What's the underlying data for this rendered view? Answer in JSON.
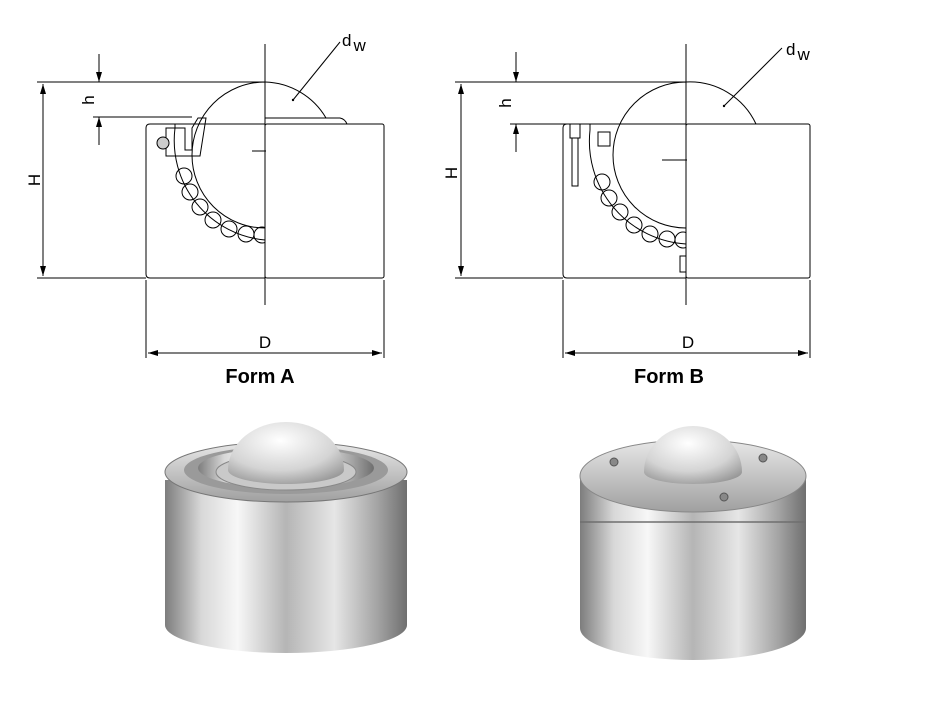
{
  "form_a": {
    "caption": "Form A",
    "dims": {
      "H": "H",
      "h": "h",
      "D": "D",
      "dw_main": "d",
      "dw_sub": "w"
    }
  },
  "form_b": {
    "caption": "Form B",
    "dims": {
      "H": "H",
      "h": "h",
      "D": "D",
      "dw_main": "d",
      "dw_sub": "w"
    }
  },
  "colors": {
    "line": "#000000",
    "steel_light": "#f2f2f2",
    "steel_dark": "#8a8a8a"
  }
}
